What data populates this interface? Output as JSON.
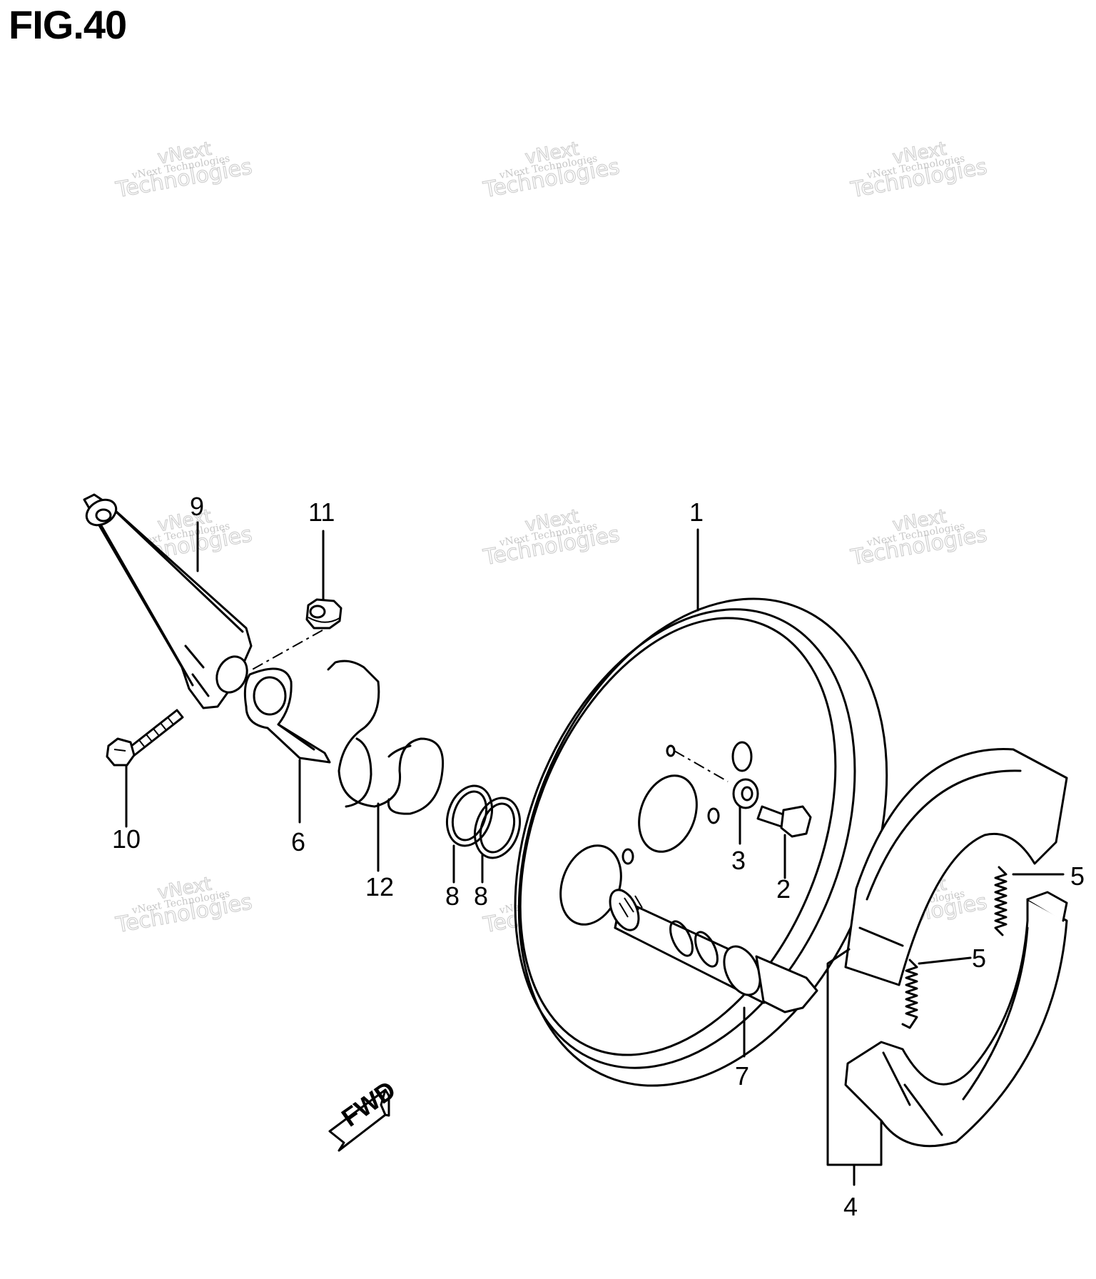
{
  "figure": {
    "title": "FIG.40"
  },
  "watermark": {
    "text": "vNext Technologies"
  },
  "fwd_label": "FWD",
  "callouts": {
    "c1": "1",
    "c2": "2",
    "c3": "3",
    "c4": "4",
    "c5a": "5",
    "c5b": "5",
    "c6": "6",
    "c7": "7",
    "c8a": "8",
    "c8b": "8",
    "c9": "9",
    "c10": "10",
    "c11": "11",
    "c12": "12"
  },
  "colors": {
    "line": "#000000",
    "background": "#ffffff",
    "watermark": "#9a9a9a"
  }
}
